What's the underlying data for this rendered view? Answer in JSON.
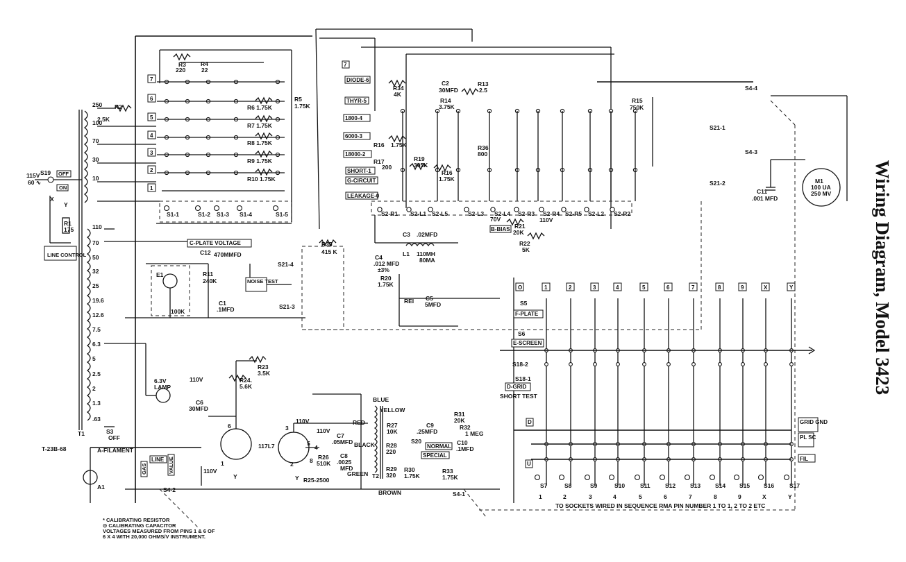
{
  "title": "Wiring Diagram, Model 3423",
  "drawing_number": "T-23B-68",
  "transformer": {
    "label": "T1",
    "taps": [
      "250",
      "100",
      "70",
      "30",
      "10",
      "110",
      "70",
      "50",
      "32",
      "25",
      "19.6",
      "12.6",
      "7.5",
      "6.3",
      "5",
      "2.5",
      "2",
      "1.3",
      ".63"
    ]
  },
  "line": {
    "voltage": "115V",
    "freq": "60 ∿",
    "switch": "S19",
    "off": "OFF",
    "on": "ON",
    "rheostat": "R1",
    "rheostat_value": "175",
    "control": "LINE CONTROL",
    "x": "X",
    "y": "Y"
  },
  "sec_labels": [
    "7",
    "6",
    "5",
    "4",
    "3",
    "2",
    "1"
  ],
  "s1_switches": [
    "S1-1",
    "S1-2",
    "S1-3",
    "S1-4",
    "S1-5"
  ],
  "resistors": {
    "r2": "R2",
    "r2v": "2.5K",
    "r3": "R3",
    "r3v": "220",
    "r4": "R4",
    "r4v": "22",
    "r5": "R5",
    "r5v": "1.75K",
    "r6": "R6 1.75K",
    "r7": "R7 1.75K",
    "r8": "R8 1.75K",
    "r9": "R9 1.75K",
    "r10": "R10 1.75K",
    "r11": "R11",
    "r11v": "240K",
    "r13": "R13",
    "r13v": "2.5",
    "r14": "R14",
    "r14v": "3.75K",
    "r15": "R15",
    "r15v": "750K",
    "r16a": "R16",
    "r16av": "1.75K",
    "r16b": "R16",
    "r16bv": "1.75K",
    "r17": "R17",
    "r17v": "200",
    "r19": "R19",
    "r19v": "305K",
    "r20": "R20",
    "r20v": "1.75K",
    "r21": "R21",
    "r21v": "20K",
    "r22": "R22",
    "r22v": "5K",
    "r23": "R23",
    "r23v": "3.5K",
    "r24": "R24.",
    "r24v": "5.6K",
    "r25": "R25-2500",
    "r26": "R26",
    "r26v": "510K",
    "r27": "R27",
    "r27v": "10K",
    "r28": "R28",
    "r28v": "220",
    "r29": "R29",
    "r29v": "320",
    "r30": "R30",
    "r30v": "1.75K",
    "r31": "R31",
    "r31v": "20K",
    "r32": "R32",
    "r32v": "1 MEG",
    "r33": "R33",
    "r33v": "1.75K",
    "r34": "R34",
    "r34v": "4K",
    "r35": "R35",
    "r35v": "415 K",
    "r36": "R36",
    "r36v": "800",
    "e1res": "100K"
  },
  "capacitors": {
    "c1": "C1",
    "c1v": ".1MFD",
    "c2": "C2",
    "c2v": "30MFD",
    "c3": "C3",
    "c3v": ".02MFD",
    "c4": "C4",
    "c4v": ".012 MFD",
    "c4t": "±3%",
    "c5": "C5",
    "c5v": "5MFD",
    "c6": "C6",
    "c6v": "30MFD",
    "c7": "C7",
    "c7v": ".05MFD",
    "c8": "C8",
    "c8v": ".0025",
    "c8v2": "MFD",
    "c9": "C9",
    "c9v": ".25MFD",
    "c10": "C10",
    "c10v": ".1MFD",
    "c11": "C11",
    "c11v": ".001 MFD",
    "c12": "C12",
    "c12v": "470MMFD"
  },
  "inductor": {
    "l1": "L1",
    "l1v": "110MH",
    "l1c": "80MA"
  },
  "tubes": {
    "v1": "117L7",
    "pin6": "6",
    "pin1": "1",
    "pin3": "3",
    "pin5": "5",
    "pin4": "4",
    "pin2": "2",
    "pin8": "8",
    "y1": "Y",
    "y2": "Y",
    "v110a": "110V",
    "v110b": "110V",
    "v110c": "110V",
    "v110d": "110V"
  },
  "boxes": {
    "cplate": "C-PLATE VOLTAGE",
    "noise": "NOISE TEST",
    "diode": "DIODE-6",
    "thyr": "THYR-5",
    "b1800": "1800-4",
    "b6000": "6000-3",
    "b18000": "18000-2",
    "short": "SHORT-1",
    "gcirc": "G-CIRCUIT",
    "leak": "LEAKAGE-0",
    "bbias": "B-BIAS",
    "fplate": "F-PLATE",
    "escreen": "E-SCREEN",
    "dgrid": "D-GRID",
    "normal": "NORMAL",
    "special": "SPECIAL",
    "line2": "LINE",
    "value": "VALUE",
    "gas": "GAS",
    "ebox": "7"
  },
  "switches_s2": [
    "S2-R1",
    "S2-L1",
    "S2-L5",
    "S2-L3",
    "S2-L4",
    "S2-R3",
    "S2-R4",
    "S2-R5",
    "S2-L2",
    "S2-R2"
  ],
  "switches_other": {
    "s21_1": "S21-1",
    "s21_2": "S21-2",
    "s21_3": "S21-3",
    "s21_4": "S21-4",
    "s4_1": "S4-1",
    "s4_2": "S4-2",
    "s4_3": "S4-3",
    "s4_4": "S4-4",
    "s5": "S5",
    "s6": "S6",
    "s18_1": "S18-1",
    "s18_2": "S18-2",
    "s20": "S20",
    "s3": "S3",
    "off3": "OFF"
  },
  "misc": {
    "e1": "E1",
    "rei": "REI",
    "a1": "A1",
    "afil": "A-FILAMENT",
    "lamp": "6.3V",
    "lamp2": "LAMP",
    "meter": "M1",
    "meter_ua": "100 UA",
    "meter_mv": "250 MV",
    "v70": "70V",
    "v110": "110V",
    "blue": "BLUE",
    "red": "RED",
    "yellow": "YELLOW",
    "black": "BLACK",
    "green": "GREEN",
    "brown": "BROWN",
    "t2": "T2",
    "short_test": "SHORT TEST",
    "d": "D",
    "u": "U"
  },
  "socket_columns": [
    "O",
    "1",
    "2",
    "3",
    "4",
    "5",
    "6",
    "7",
    "8",
    "9",
    "X",
    "Y"
  ],
  "socket_switches": [
    "S7",
    "S8",
    "S9",
    "S10",
    "S11",
    "S12",
    "S13",
    "S14",
    "S15",
    "S16",
    "S17"
  ],
  "socket_pins": [
    "1",
    "2",
    "3",
    "4",
    "5",
    "6",
    "7",
    "8",
    "9",
    "X",
    "Y"
  ],
  "bus_labels": [
    "GRID GND",
    "PL SC",
    "FIL"
  ],
  "socket_note": "TO SOCKETS WIRED IN SEQUENCE RMA PIN NUMBER 1 TO 1, 2 TO 2 ETC",
  "notes": [
    "* CALIBRATING RESISTOR",
    "⊙ CALIBRATING CAPACITOR",
    "VOLTAGES MEASURED FROM PINS 1 & 6 OF",
    "6 X 4 WITH 20,000 OHMS/V INSTRUMENT."
  ]
}
